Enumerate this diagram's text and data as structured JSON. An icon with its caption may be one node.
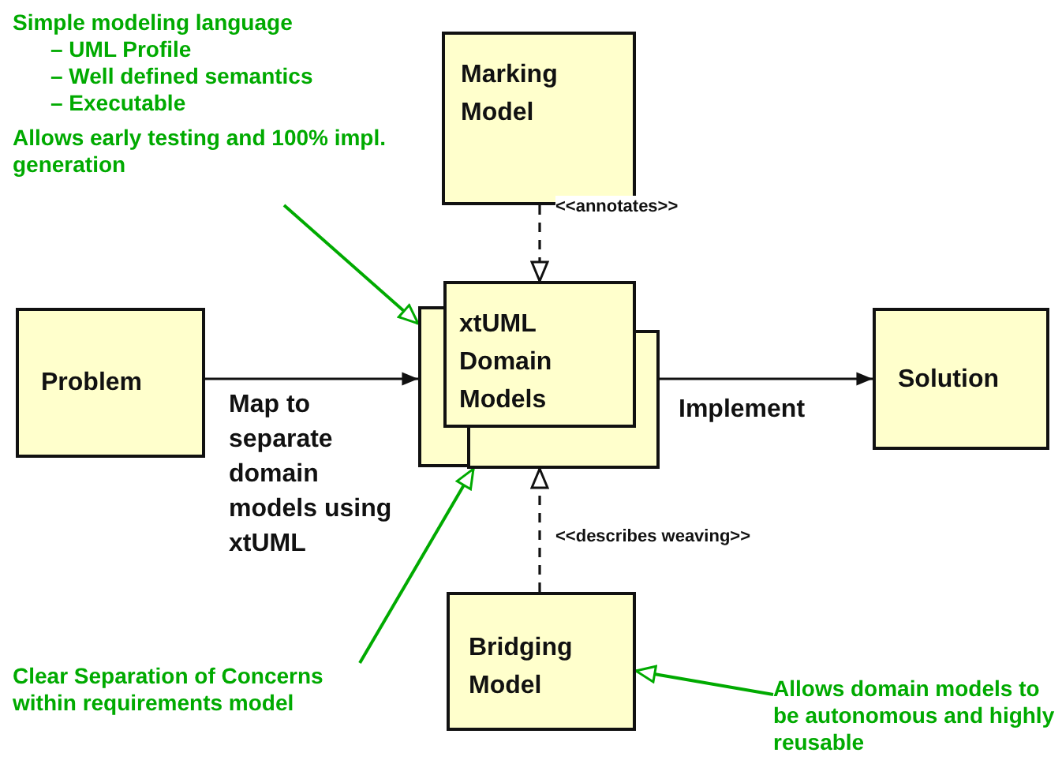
{
  "diagram": {
    "nodes": [
      {
        "text": [
          "Marking Model"
        ]
      },
      {
        "text": [
          "xtUML Domain Models"
        ]
      },
      {
        "text": [
          "Problem"
        ]
      },
      {
        "text": [
          "Solution"
        ]
      },
      {
        "text": [
          "Bridging Model"
        ]
      },
      {
        "text": [
          "Simple modeling language",
          "– UML Profile",
          "– Well defined semantics",
          "– Executable",
          "Allows early testing and 100% impl. generation"
        ]
      },
      {
        "text": [
          "Clear Separation of Concerns within requirements model"
        ]
      },
      {
        "text": [
          "Allows domain models to be autonomous and highly reusable"
        ]
      }
    ],
    "edges": [
      {
        "from": 2,
        "to": 1,
        "arrow": "to",
        "label": "Map to separate domain models using xtUML"
      },
      {
        "from": 1,
        "to": 3,
        "arrow": "to",
        "label": "Implement"
      },
      {
        "from": 0,
        "to": 1,
        "arrow": "to",
        "label": "<<annotates>>",
        "style": "dashed"
      },
      {
        "from": 4,
        "to": 1,
        "arrow": "to",
        "label": "<<describes weaving>>",
        "style": "dashed"
      },
      {
        "from": 5,
        "to": 1,
        "arrow": "to",
        "color": "#00aa00"
      },
      {
        "from": 6,
        "to": 1,
        "arrow": "to",
        "color": "#00aa00"
      },
      {
        "from": 7,
        "to": 4,
        "arrow": "to",
        "color": "#00aa00"
      }
    ]
  }
}
